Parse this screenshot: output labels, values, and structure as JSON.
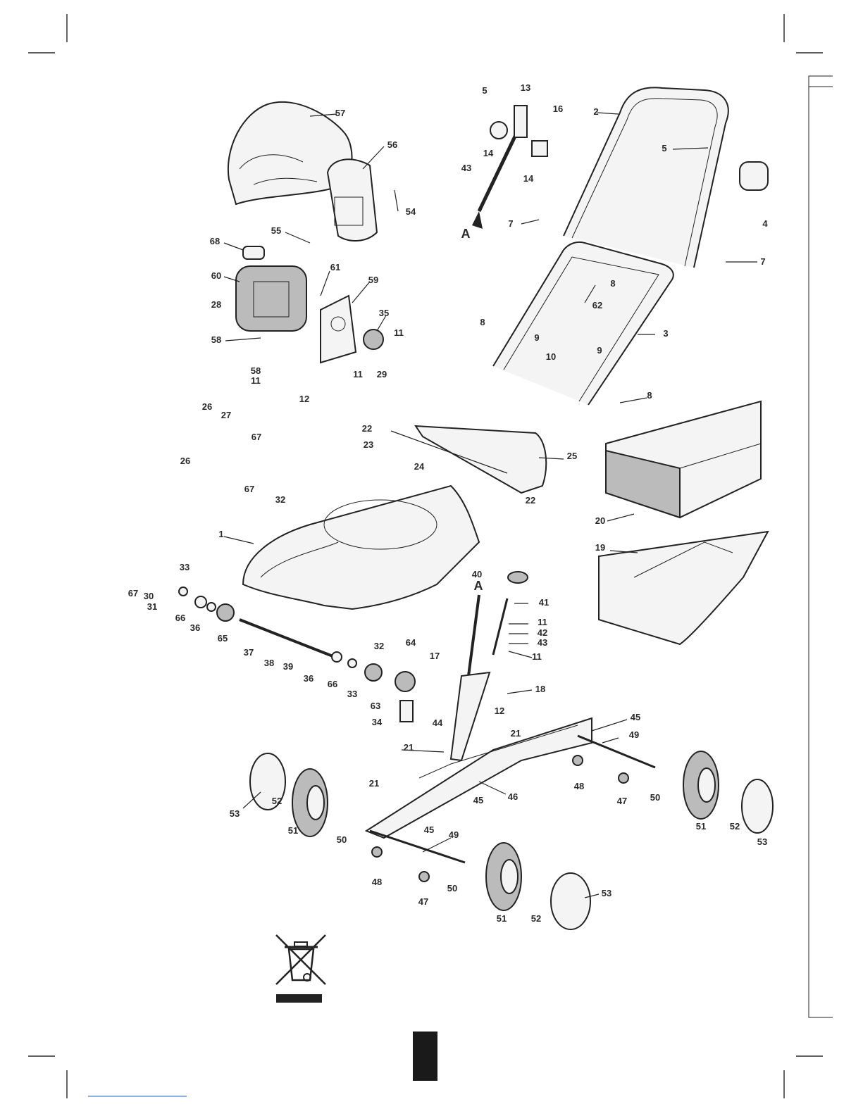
{
  "callouts": [
    "57",
    "56",
    "54",
    "55",
    "68",
    "60",
    "28",
    "58",
    "61",
    "59",
    "35",
    "11",
    "11",
    "29",
    "58",
    "11",
    "12",
    "5",
    "13",
    "16",
    "14",
    "14",
    "43",
    "A",
    "2",
    "5",
    "4",
    "7",
    "7",
    "8",
    "62",
    "3",
    "8",
    "9",
    "10",
    "9",
    "8",
    "26",
    "27",
    "26",
    "67",
    "67",
    "32",
    "22",
    "23",
    "24",
    "25",
    "22",
    "1",
    "20",
    "19",
    "67",
    "30",
    "31",
    "33",
    "66",
    "36",
    "65",
    "37",
    "38",
    "39",
    "36",
    "66",
    "33",
    "32",
    "64",
    "63",
    "34",
    "17",
    "40",
    "A",
    "41",
    "11",
    "42",
    "43",
    "11",
    "44",
    "12",
    "18",
    "21",
    "21",
    "45",
    "49",
    "48",
    "47",
    "50",
    "51",
    "52",
    "53",
    "53",
    "52",
    "51",
    "46",
    "45",
    "21",
    "45",
    "49",
    "50",
    "48",
    "47",
    "50",
    "51",
    "52",
    "53"
  ],
  "page_marker": {
    "color": "#1a1a1a"
  },
  "weee_symbol": {
    "icon": "crossed-out-wheelie-bin-icon"
  }
}
